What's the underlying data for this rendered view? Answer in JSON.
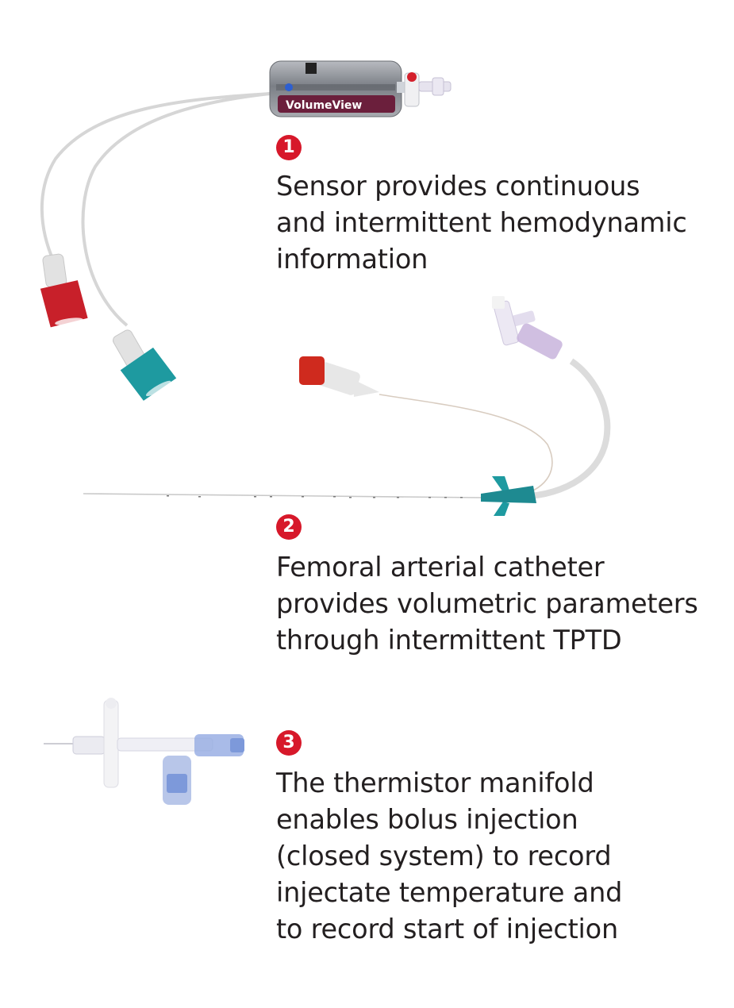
{
  "figure": {
    "components": [
      {
        "number": "1",
        "device": "VolumeView sensor",
        "device_label": "VolumeView",
        "description": "Sensor provides continuous\nand intermittent hemodynamic\ninformation"
      },
      {
        "number": "2",
        "device": "Femoral arterial catheter",
        "description": "Femoral arterial catheter\nprovides volumetric parameters\nthrough intermittent TPTD"
      },
      {
        "number": "3",
        "device": "Thermistor manifold",
        "description": "The thermistor manifold\nenables bolus injection\n(closed system) to record\ninjectate temperature and\nto record start of injection"
      }
    ],
    "colors": {
      "badge": "#d7182a",
      "red_connector": "#c8202a",
      "teal_connector": "#1e9aa0",
      "sensor_body": "#8a8d92",
      "sensor_label": "#6b1f3c",
      "manifold_blue": "#6f8fd6",
      "tube": "#d9d9d9"
    }
  }
}
